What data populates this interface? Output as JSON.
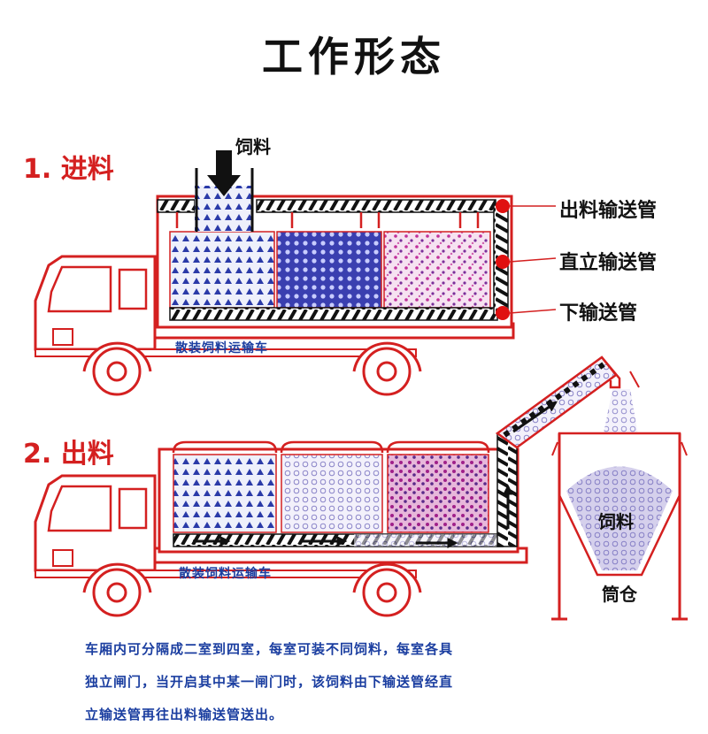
{
  "title": "工作形态",
  "section1": {
    "label": "1. 进料",
    "feed_label": "饲料",
    "truck_label": "散装饲料运输车"
  },
  "section2": {
    "label": "2. 出料",
    "truck_label": "散装饲料运输车",
    "silo_feed_label": "饲料",
    "silo_label": "筒仓"
  },
  "pipes": {
    "outlet": "出料输送管",
    "vertical": "直立输送管",
    "bottom": "下输送管"
  },
  "description": {
    "line1": "车厢内可分隔成二室到四室，每室可装不同饲料，每室各具",
    "line2": "独立闸门，当开启其中某一闸门时，该饲料由下输送管经直",
    "line3": "立输送管再往出料输送管送出。"
  },
  "colors": {
    "outline": "#d42020",
    "text_blue": "#1b3ea0",
    "feed_blue": "#1e2fa0",
    "feed_pink": "#c0309a",
    "pipe_dot": "#e01010"
  }
}
